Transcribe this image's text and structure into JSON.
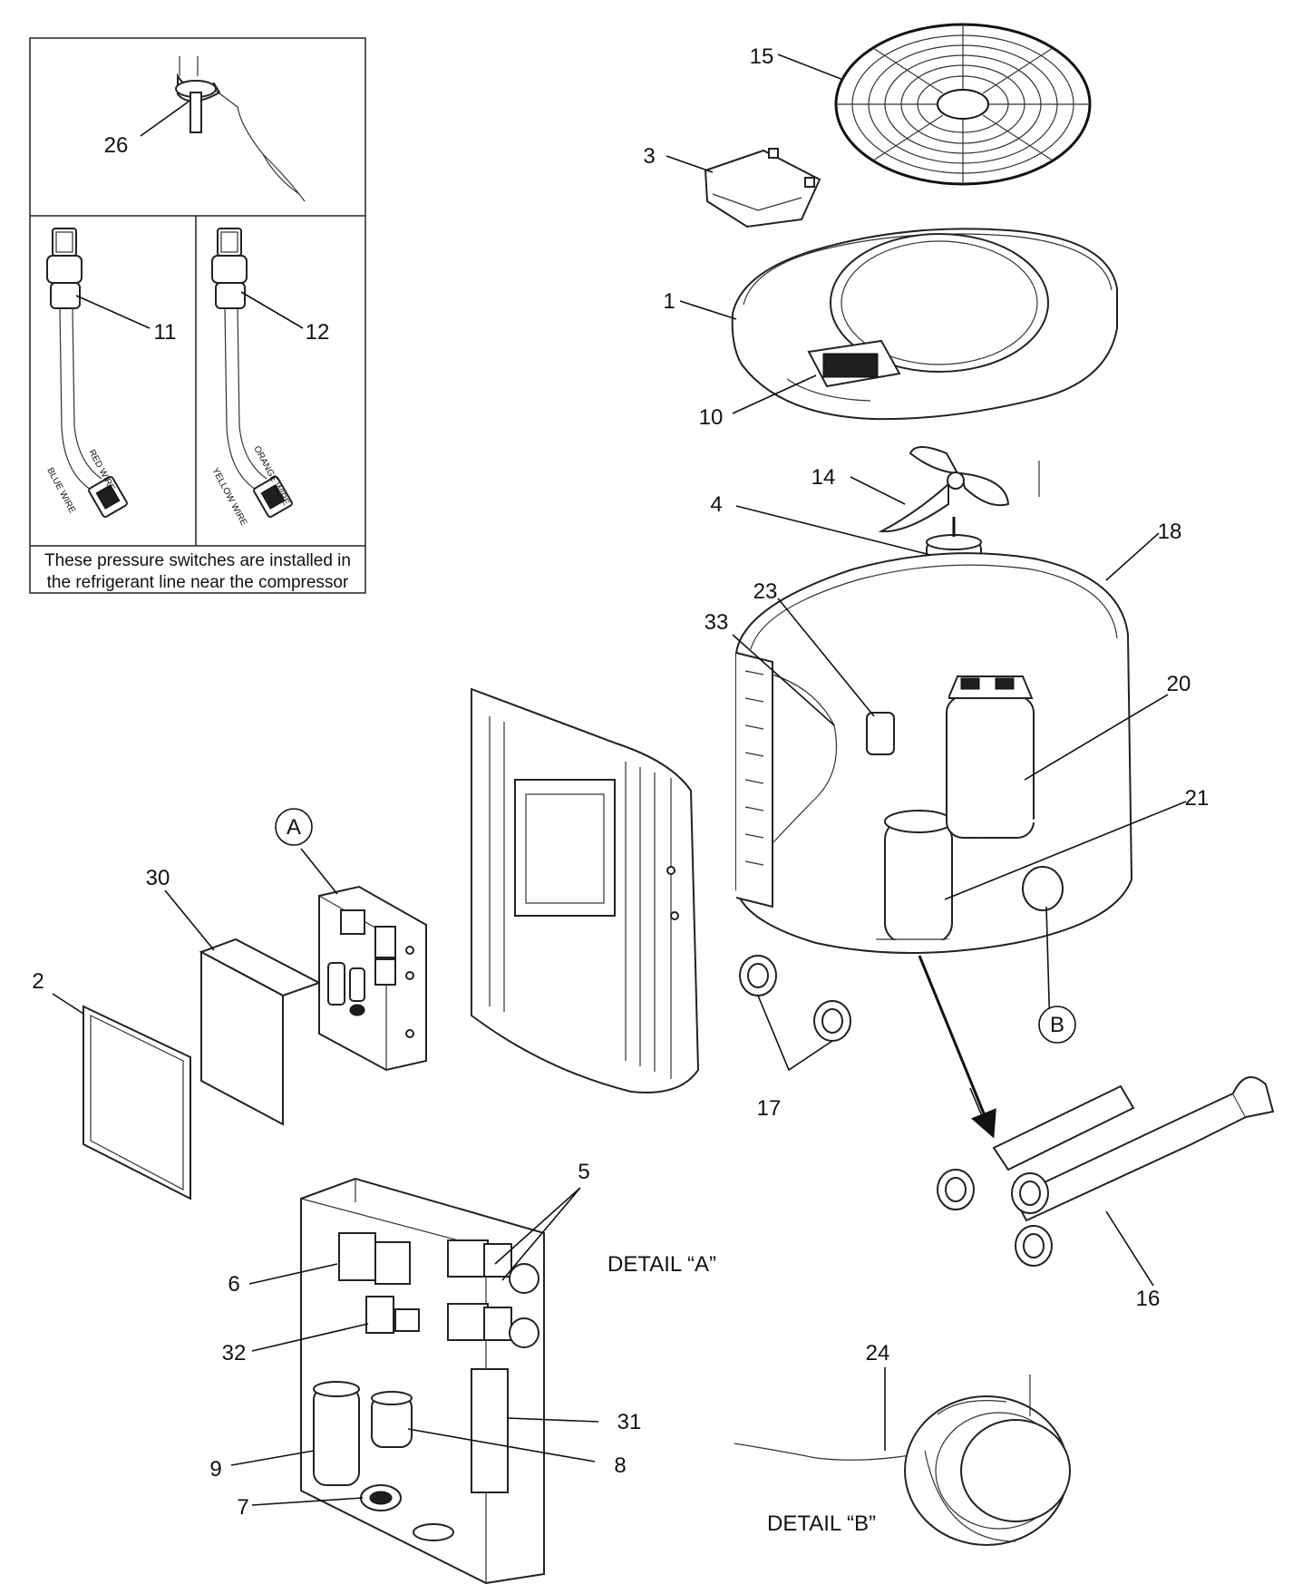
{
  "inset": {
    "note_line1": "These pressure switches are installed in",
    "note_line2": "the refrigerant line near the compressor",
    "wire_labels": [
      "RED WIRE",
      "BLUE WIRE",
      "ORANGE WIRE",
      "YELLOW WIRE"
    ]
  },
  "callouts": {
    "c1": "1",
    "c2": "2",
    "c3": "3",
    "c4": "4",
    "c5": "5",
    "c6": "6",
    "c7": "7",
    "c8": "8",
    "c9": "9",
    "c10": "10",
    "c11": "11",
    "c12": "12",
    "c14": "14",
    "c15": "15",
    "c16": "16",
    "c17": "17",
    "c18": "18",
    "c20": "20",
    "c21": "21",
    "c23": "23",
    "c24": "24",
    "c26": "26",
    "c30": "30",
    "c31": "31",
    "c32": "32",
    "c33": "33",
    "cA": "A",
    "cB": "B"
  },
  "details": {
    "detail_a": "DETAIL “A”",
    "detail_b": "DETAIL “B”"
  }
}
